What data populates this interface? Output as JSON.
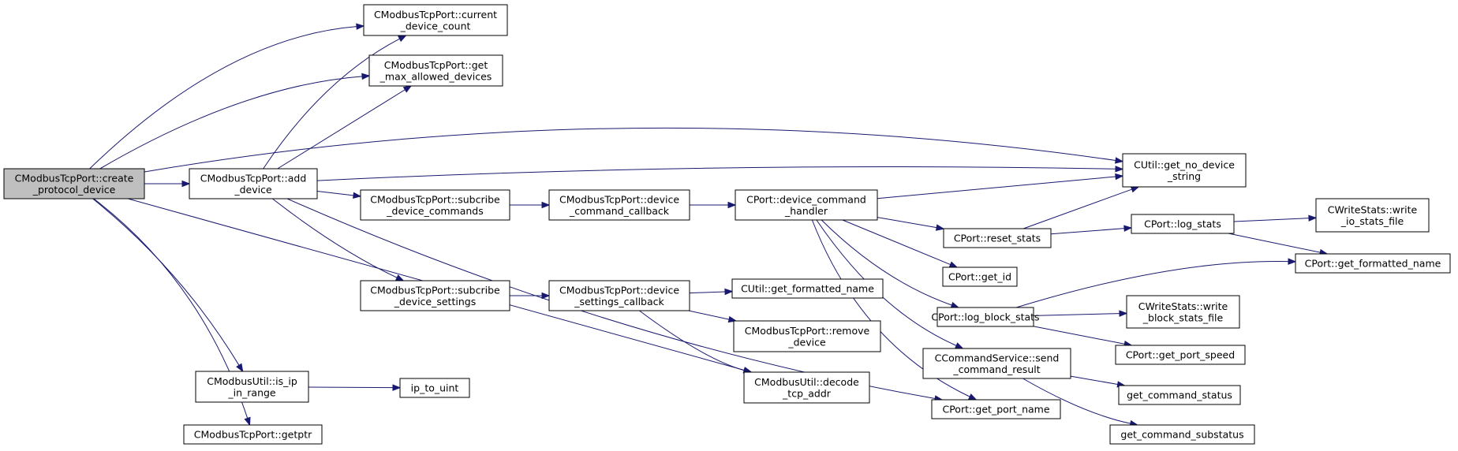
{
  "colors": {
    "edge": "#191970",
    "root_fill": "#bfbfbf",
    "node_fill": "#ffffff",
    "border": "#000000"
  },
  "nodes": [
    {
      "id": "create_protocol_device",
      "lines": [
        "CModbusTcpPort::create",
        "_protocol_device"
      ],
      "root": true
    },
    {
      "id": "current_device_count",
      "lines": [
        "CModbusTcpPort::current",
        "_device_count"
      ]
    },
    {
      "id": "get_max_allowed_devices",
      "lines": [
        "CModbusTcpPort::get",
        "_max_allowed_devices"
      ]
    },
    {
      "id": "add_device",
      "lines": [
        "CModbusTcpPort::add",
        "_device"
      ]
    },
    {
      "id": "get_no_device_string",
      "lines": [
        "CUtil::get_no_device",
        "_string"
      ]
    },
    {
      "id": "subcribe_device_commands",
      "lines": [
        "CModbusTcpPort::subcribe",
        "_device_commands"
      ]
    },
    {
      "id": "device_command_callback",
      "lines": [
        "CModbusTcpPort::device",
        "_command_callback"
      ]
    },
    {
      "id": "device_command_handler",
      "lines": [
        "CPort::device_command",
        "_handler"
      ]
    },
    {
      "id": "reset_stats",
      "lines": [
        "CPort::reset_stats"
      ]
    },
    {
      "id": "log_stats",
      "lines": [
        "CPort::log_stats"
      ]
    },
    {
      "id": "write_io_stats_file",
      "lines": [
        "CWriteStats::write",
        "_io_stats_file"
      ]
    },
    {
      "id": "cport_get_formatted_name",
      "lines": [
        "CPort::get_formatted_name"
      ]
    },
    {
      "id": "get_id",
      "lines": [
        "CPort::get_id"
      ]
    },
    {
      "id": "subcribe_device_settings",
      "lines": [
        "CModbusTcpPort::subcribe",
        "_device_settings"
      ]
    },
    {
      "id": "device_settings_callback",
      "lines": [
        "CModbusTcpPort::device",
        "_settings_callback"
      ]
    },
    {
      "id": "cutil_get_formatted_name",
      "lines": [
        "CUtil::get_formatted_name"
      ]
    },
    {
      "id": "remove_device",
      "lines": [
        "CModbusTcpPort::remove",
        "_device"
      ]
    },
    {
      "id": "log_block_stats",
      "lines": [
        "CPort::log_block_stats"
      ]
    },
    {
      "id": "write_block_stats_file",
      "lines": [
        "CWriteStats::write",
        "_block_stats_file"
      ]
    },
    {
      "id": "send_command_result",
      "lines": [
        "CCommandService::send",
        "_command_result"
      ]
    },
    {
      "id": "get_port_speed",
      "lines": [
        "CPort::get_port_speed"
      ]
    },
    {
      "id": "is_ip_in_range",
      "lines": [
        "CModbusUtil::is_ip",
        "_in_range"
      ]
    },
    {
      "id": "ip_to_uint",
      "lines": [
        "ip_to_uint"
      ]
    },
    {
      "id": "decode_tcp_addr",
      "lines": [
        "CModbusUtil::decode",
        "_tcp_addr"
      ]
    },
    {
      "id": "get_port_name",
      "lines": [
        "CPort::get_port_name"
      ]
    },
    {
      "id": "get_command_status",
      "lines": [
        "get_command_status"
      ]
    },
    {
      "id": "get_command_substatus",
      "lines": [
        "get_command_substatus"
      ]
    },
    {
      "id": "getptr",
      "lines": [
        "CModbusTcpPort::getptr"
      ]
    }
  ],
  "edges": [
    {
      "from": "create_protocol_device",
      "to": "current_device_count"
    },
    {
      "from": "create_protocol_device",
      "to": "get_max_allowed_devices"
    },
    {
      "from": "create_protocol_device",
      "to": "get_no_device_string"
    },
    {
      "from": "create_protocol_device",
      "to": "add_device"
    },
    {
      "from": "create_protocol_device",
      "to": "decode_tcp_addr"
    },
    {
      "from": "create_protocol_device",
      "to": "is_ip_in_range"
    },
    {
      "from": "create_protocol_device",
      "to": "getptr"
    },
    {
      "from": "add_device",
      "to": "current_device_count"
    },
    {
      "from": "add_device",
      "to": "get_max_allowed_devices"
    },
    {
      "from": "add_device",
      "to": "get_no_device_string"
    },
    {
      "from": "add_device",
      "to": "subcribe_device_commands"
    },
    {
      "from": "add_device",
      "to": "get_port_name"
    },
    {
      "from": "add_device",
      "to": "subcribe_device_settings"
    },
    {
      "from": "subcribe_device_commands",
      "to": "device_command_callback"
    },
    {
      "from": "device_command_callback",
      "to": "device_command_handler"
    },
    {
      "from": "device_command_handler",
      "to": "get_no_device_string"
    },
    {
      "from": "device_command_handler",
      "to": "reset_stats"
    },
    {
      "from": "device_command_handler",
      "to": "get_id"
    },
    {
      "from": "device_command_handler",
      "to": "log_block_stats"
    },
    {
      "from": "device_command_handler",
      "to": "send_command_result"
    },
    {
      "from": "device_command_handler",
      "to": "get_port_name"
    },
    {
      "from": "reset_stats",
      "to": "get_no_device_string"
    },
    {
      "from": "reset_stats",
      "to": "log_stats"
    },
    {
      "from": "log_stats",
      "to": "write_io_stats_file"
    },
    {
      "from": "log_stats",
      "to": "cport_get_formatted_name"
    },
    {
      "from": "log_block_stats",
      "to": "cport_get_formatted_name"
    },
    {
      "from": "log_block_stats",
      "to": "write_block_stats_file"
    },
    {
      "from": "log_block_stats",
      "to": "get_port_speed"
    },
    {
      "from": "send_command_result",
      "to": "get_command_status"
    },
    {
      "from": "send_command_result",
      "to": "get_command_substatus"
    },
    {
      "from": "subcribe_device_settings",
      "to": "device_settings_callback"
    },
    {
      "from": "device_settings_callback",
      "to": "cutil_get_formatted_name"
    },
    {
      "from": "device_settings_callback",
      "to": "remove_device"
    },
    {
      "from": "device_settings_callback",
      "to": "decode_tcp_addr"
    },
    {
      "from": "is_ip_in_range",
      "to": "ip_to_uint"
    }
  ]
}
